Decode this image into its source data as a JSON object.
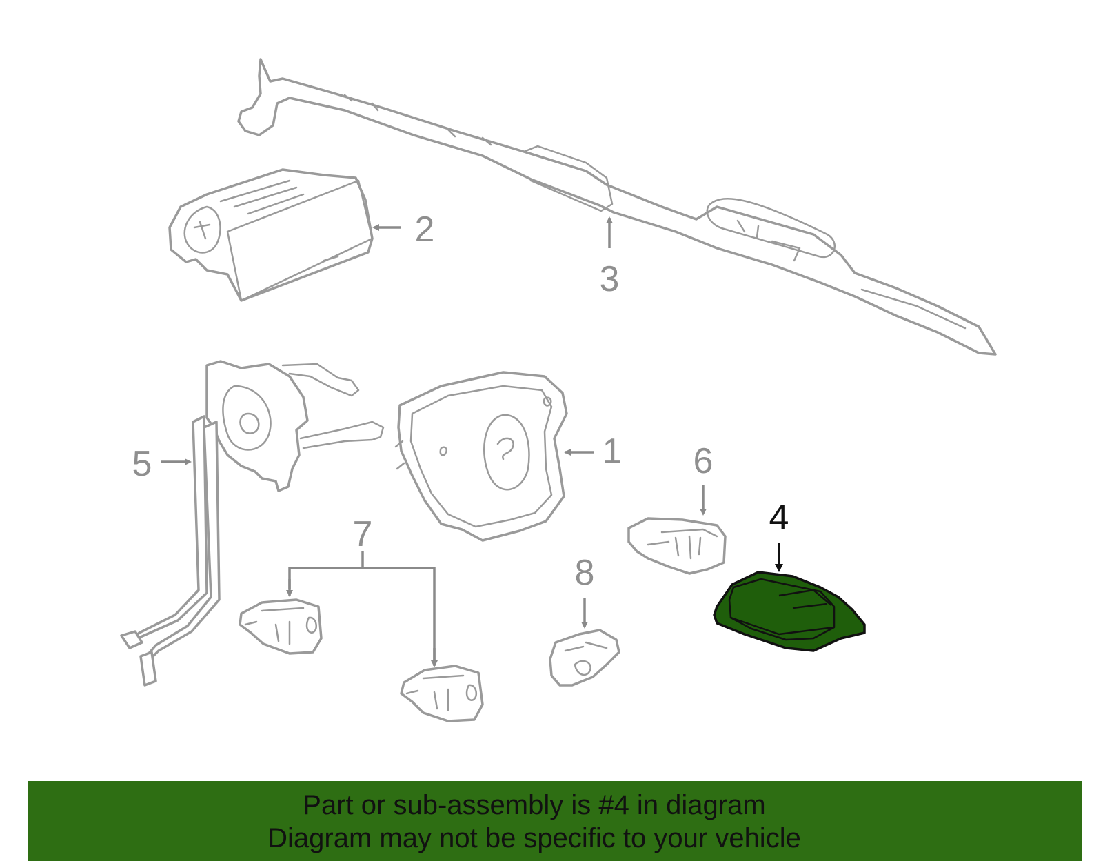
{
  "callouts": {
    "c1": "1",
    "c2": "2",
    "c3": "3",
    "c4": "4",
    "c5": "5",
    "c6": "6",
    "c7": "7",
    "c8": "8"
  },
  "banner": {
    "line1": "Part or sub-assembly is #4 in diagram",
    "line2": "Diagram may not be specific to your vehicle"
  },
  "colors": {
    "highlight": "#1f5e0b",
    "banner": "#2e6e13",
    "linework": "#9a9a9a",
    "callout_highlight": "#111111"
  },
  "highlighted_part": "4"
}
